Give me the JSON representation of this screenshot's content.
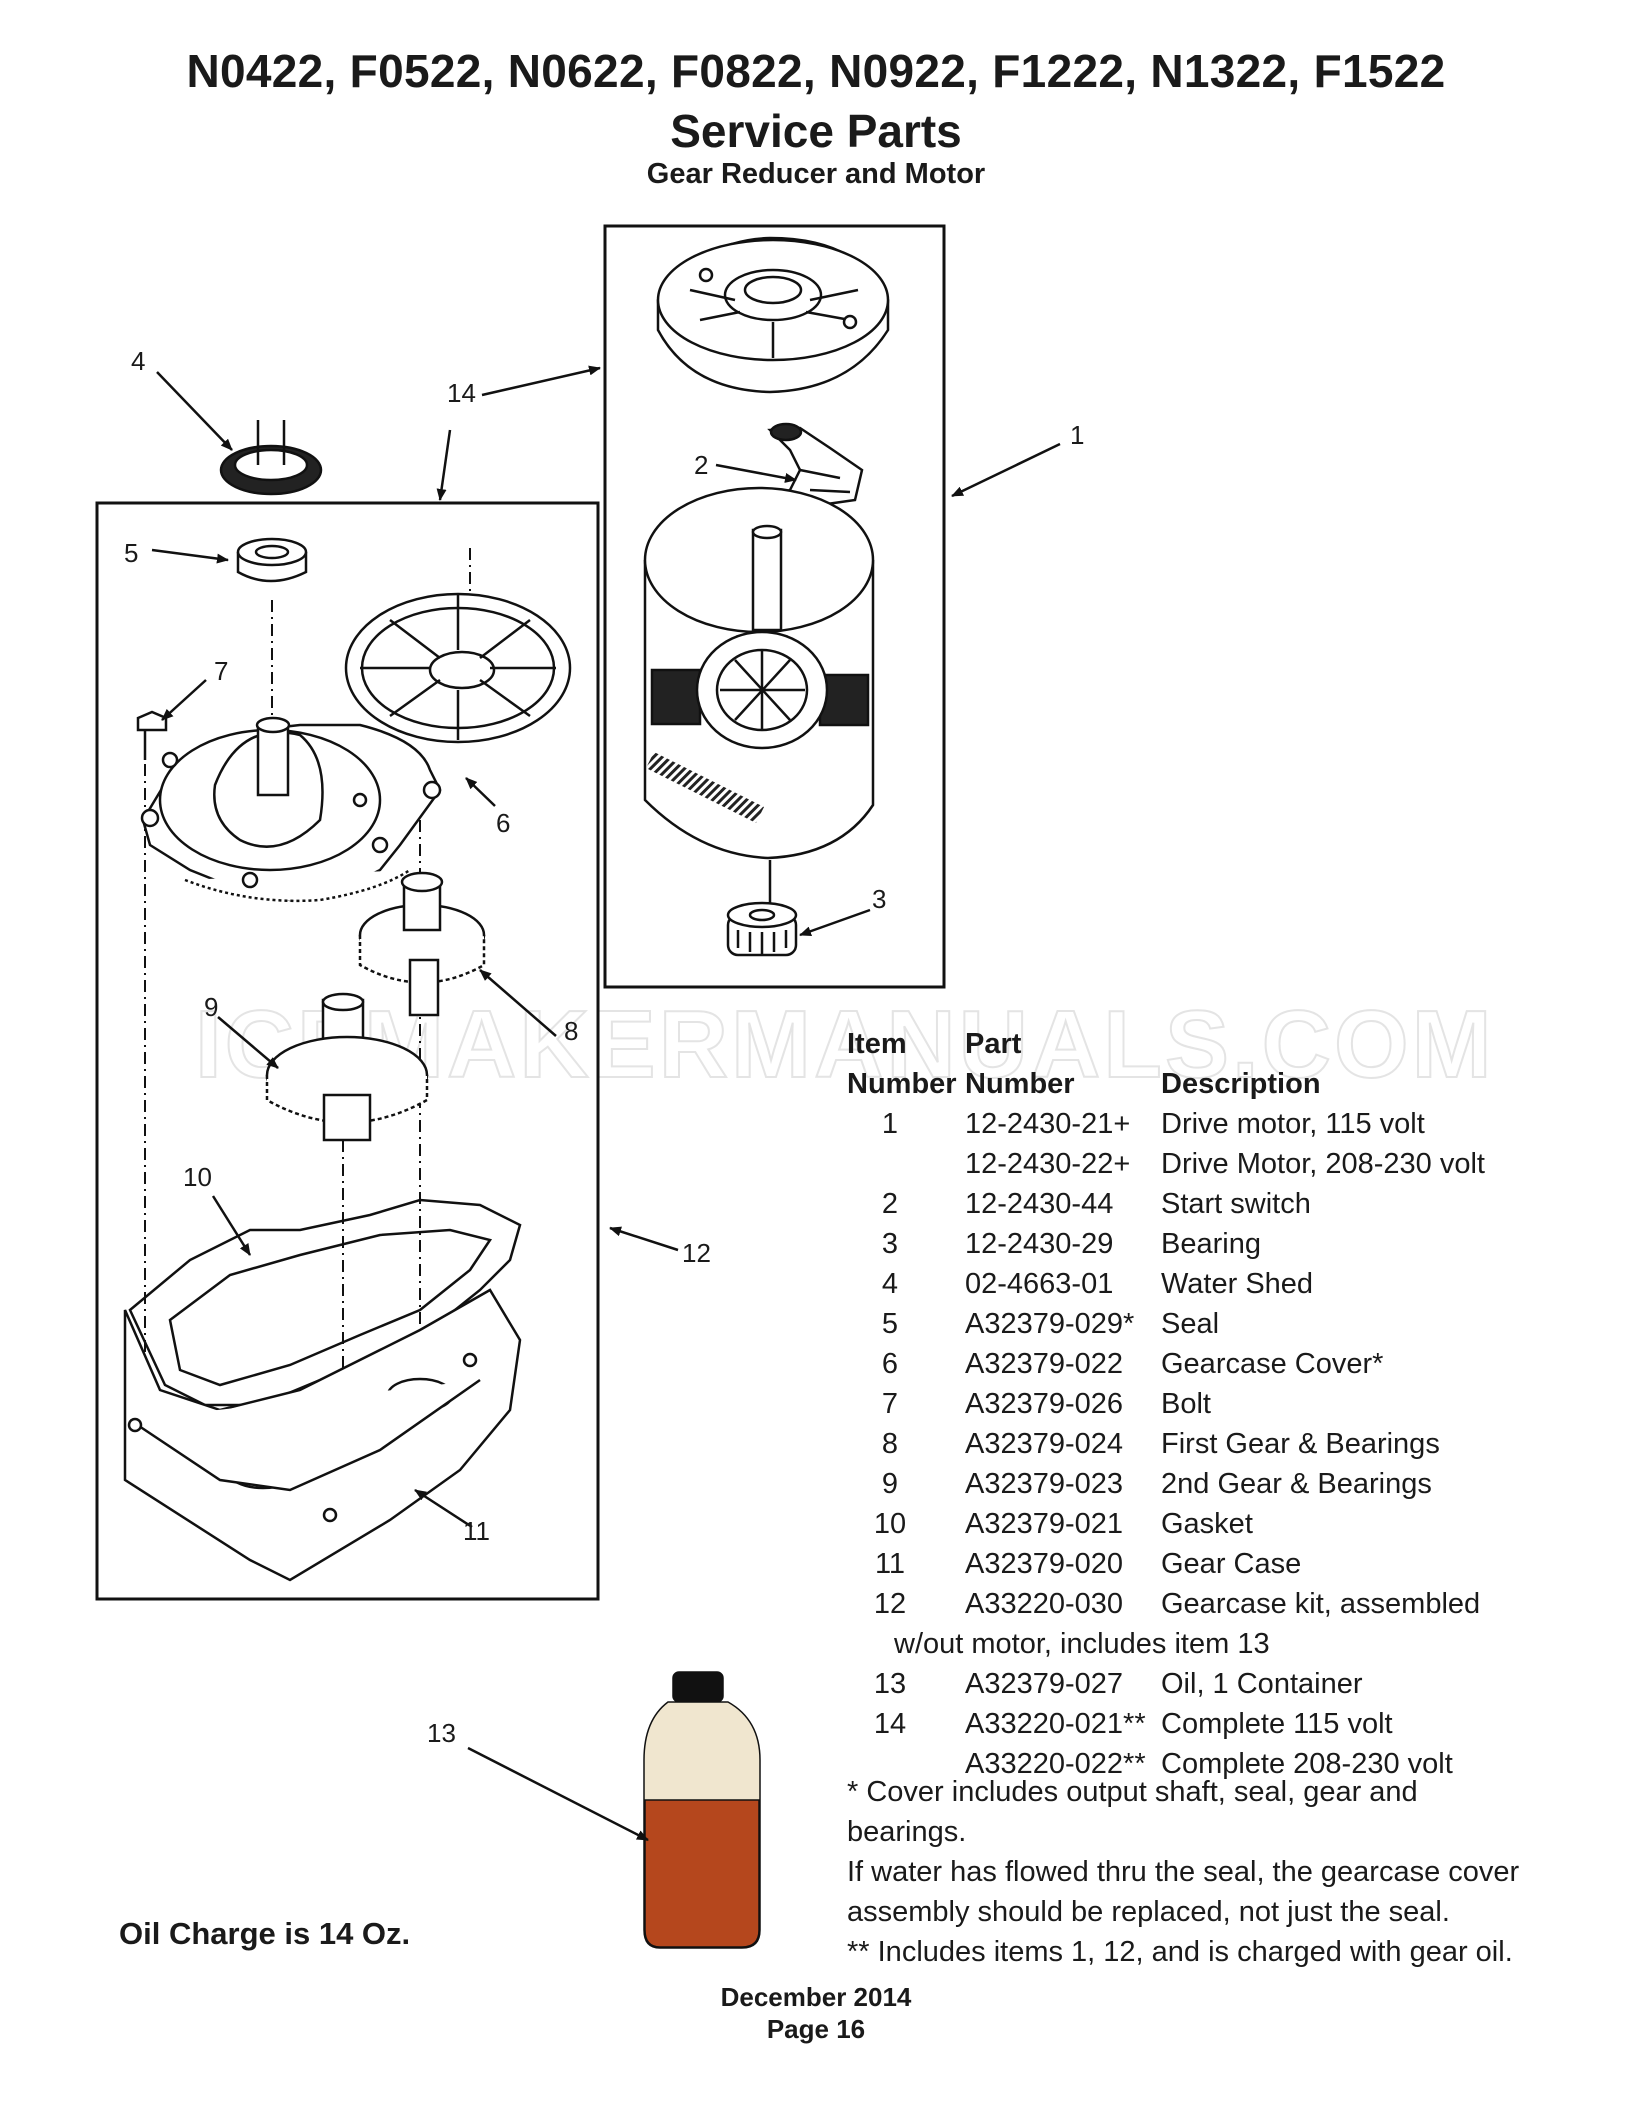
{
  "header": {
    "models": "N0422, F0522, N0622, F0822, N0922, F1222, N1322, F1522",
    "title": "Service Parts",
    "subtitle": "Gear Reducer and Motor"
  },
  "watermark": "ICEMAKERMANUALS.COM",
  "callouts": [
    "1",
    "2",
    "3",
    "4",
    "5",
    "6",
    "7",
    "8",
    "9",
    "10",
    "11",
    "12",
    "13",
    "14"
  ],
  "table": {
    "header_line1": {
      "item": "Item",
      "part": "Part"
    },
    "header_line2": {
      "item": "Number",
      "part": "Number",
      "desc": "Description"
    },
    "rows": [
      {
        "item": "1",
        "part": "12-2430-21+",
        "desc": "Drive motor, 115 volt"
      },
      {
        "item": "",
        "part": "12-2430-22+",
        "desc": "Drive Motor, 208-230 volt"
      },
      {
        "item": "2",
        "part": "12-2430-44",
        "desc": "Start switch"
      },
      {
        "item": "3",
        "part": "12-2430-29",
        "desc": "Bearing"
      },
      {
        "item": "4",
        "part": "02-4663-01",
        "desc": "Water Shed"
      },
      {
        "item": "5",
        "part": "A32379-029*",
        "desc": "Seal"
      },
      {
        "item": "6",
        "part": "A32379-022",
        "desc": "Gearcase Cover*"
      },
      {
        "item": "7",
        "part": "A32379-026",
        "desc": "Bolt"
      },
      {
        "item": "8",
        "part": "A32379-024",
        "desc": "First Gear & Bearings"
      },
      {
        "item": "9",
        "part": "A32379-023",
        "desc": "2nd Gear & Bearings"
      },
      {
        "item": "10",
        "part": "A32379-021",
        "desc": "Gasket"
      },
      {
        "item": "11",
        "part": "A32379-020",
        "desc": "Gear Case"
      },
      {
        "item": "12",
        "part": "A33220-030",
        "desc": "Gearcase kit, assembled"
      }
    ],
    "row12_continued": "w/out motor, includes item 13",
    "rows_after": [
      {
        "item": "13",
        "part": "A32379-027",
        "desc": "Oil, 1 Container"
      },
      {
        "item": "14",
        "part": "A33220-021**",
        "desc": "Complete 115 volt"
      },
      {
        "item": "",
        "part": "A33220-022**",
        "desc": "Complete 208-230 volt"
      }
    ]
  },
  "notes": {
    "cover_note_1": "* Cover includes output shaft, seal, gear and",
    "cover_note_2": "bearings.",
    "water_note_1": "If water has flowed thru the seal, the gearcase cover",
    "water_note_2": "assembly should be replaced, not just the seal.",
    "includes_note": "** Includes items 1, 12, and is charged with gear oil."
  },
  "oil_charge": "Oil Charge is 14 Oz.",
  "footer": {
    "date": "December 2014",
    "page": "Page 16"
  }
}
